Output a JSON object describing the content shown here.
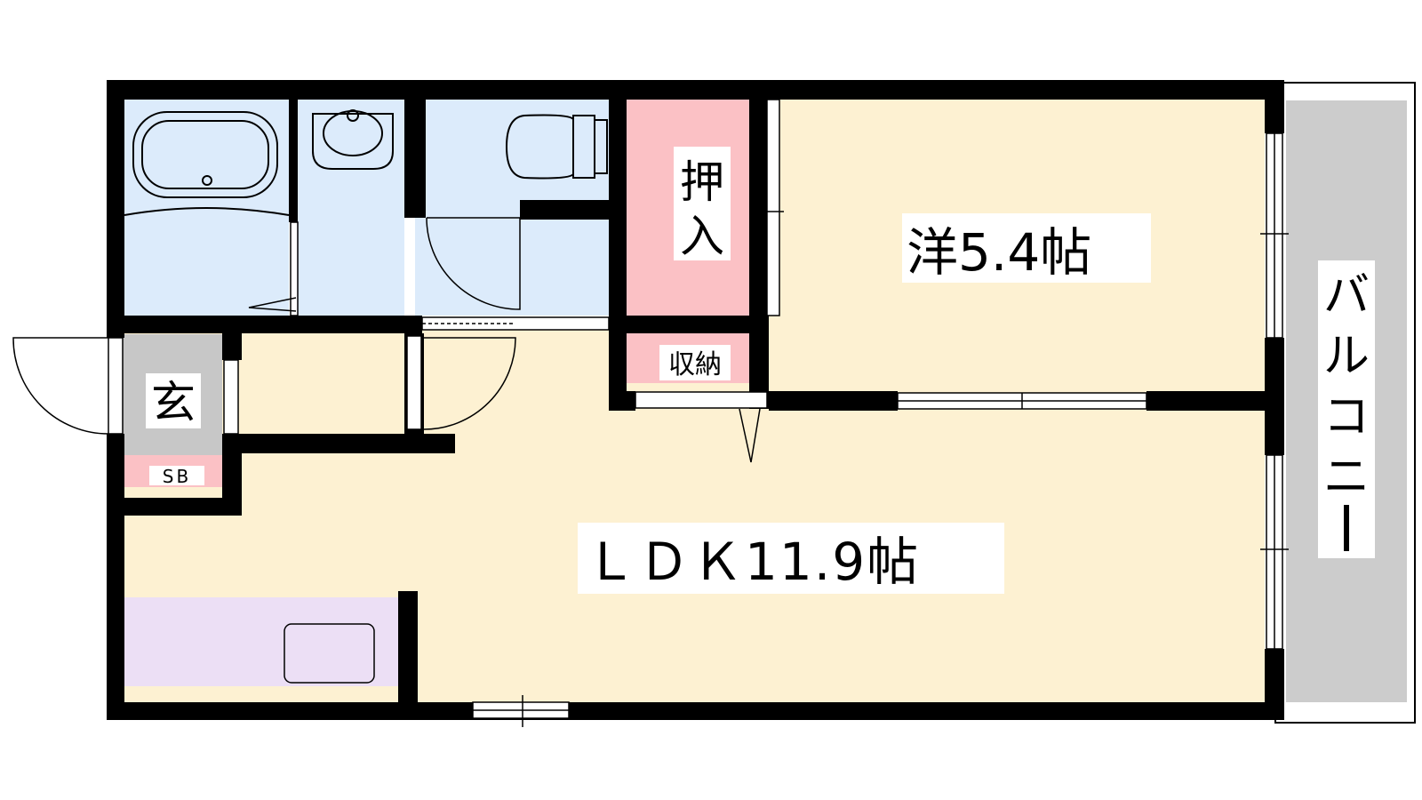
{
  "rooms": {
    "western_room": {
      "name": "洋",
      "size": "5.4",
      "unit": "帖"
    },
    "ldk": {
      "name": "ＬＤＫ",
      "size": "11.9",
      "unit": "帖"
    },
    "closet": "押入",
    "storage": "収納",
    "entrance": "玄",
    "shoe_box": "SB",
    "balcony": "バルコニー"
  },
  "colors": {
    "wet_area": "#dcebfb",
    "room": "#fdf1d2",
    "storage": "#fbc1c5",
    "entrance": "#c7c7c7",
    "balcony": "#cccccc",
    "kitchen": "#ecdff5",
    "wall": "#000000"
  }
}
